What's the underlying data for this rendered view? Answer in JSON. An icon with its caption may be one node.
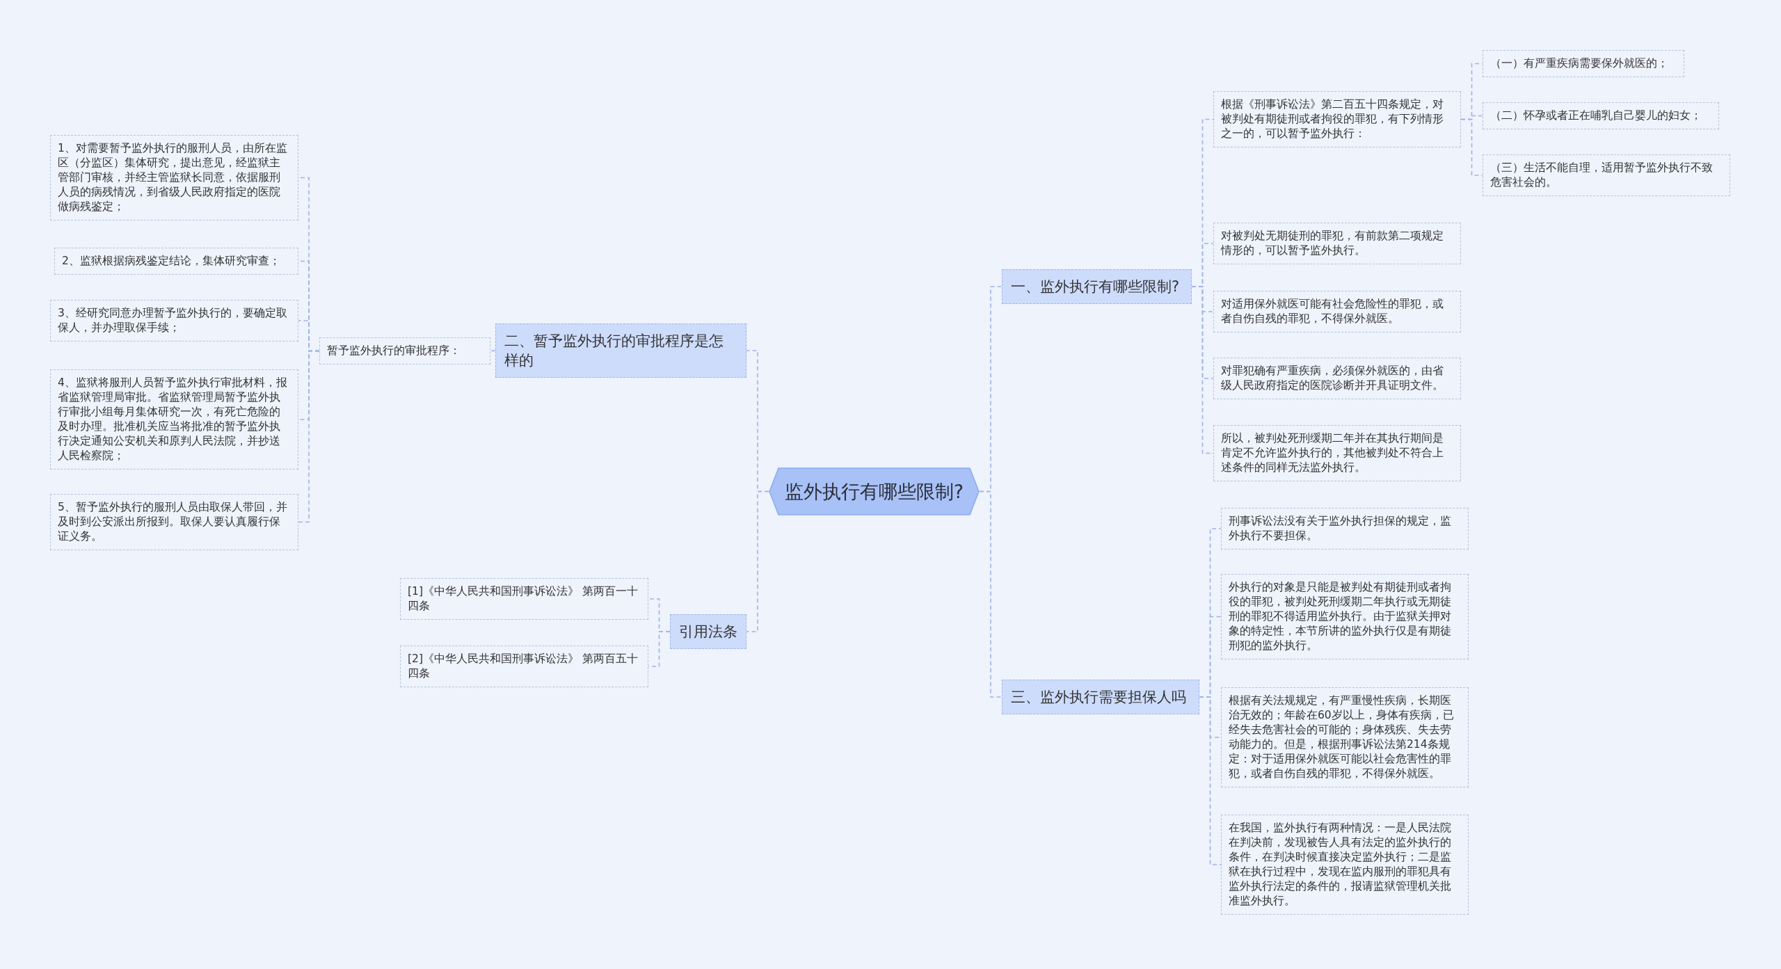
{
  "diagram": {
    "nodes": [
      {
        "text": [
          "监外执行有哪些限制?"
        ]
      },
      {
        "text": [
          "一、监外执行有哪些限制?"
        ]
      },
      {
        "text": [
          "根据《刑事诉讼法》第二百五十四条规定，对被判处有期徒刑或者拘役的罪犯，有下列情形之一的，可以暂予监外执行："
        ]
      },
      {
        "text": [
          "（一）有严重疾病需要保外就医的；"
        ]
      },
      {
        "text": [
          "（二）怀孕或者正在哺乳自己婴儿的妇女；"
        ]
      },
      {
        "text": [
          "（三）生活不能自理，适用暂予监外执行不致危害社会的。"
        ]
      },
      {
        "text": [
          "对被判处无期徒刑的罪犯，有前款第二项规定情形的，可以暂予监外执行。"
        ]
      },
      {
        "text": [
          "对适用保外就医可能有社会危险性的罪犯，或者自伤自残的罪犯，不得保外就医。"
        ]
      },
      {
        "text": [
          "对罪犯确有严重疾病，必须保外就医的，由省级人民政府指定的医院诊断并开具证明文件。"
        ]
      },
      {
        "text": [
          "所以，被判处死刑缓期二年并在其执行期间是肯定不允许监外执行的，其他被判处不符合上述条件的同样无法监外执行。"
        ]
      },
      {
        "text": [
          "三、监外执行需要担保人吗"
        ]
      },
      {
        "text": [
          "刑事诉讼法没有关于监外执行担保的规定，监外执行不要担保。"
        ]
      },
      {
        "text": [
          "外执行的对象是只能是被判处有期徒刑或者拘役的罪犯，被判处死刑缓期二年执行或无期徒刑的罪犯不得适用监外执行。由于监狱关押对象的特定性，本节所讲的监外执行仅是有期徒刑犯的监外执行。"
        ]
      },
      {
        "text": [
          "根据有关法规规定，有严重慢性疾病，长期医治无效的；年龄在60岁以上，身体有疾病，已经失去危害社会的可能的；身体残疾、失去劳动能力的。但是，根据刑事诉讼法第214条规定：对于适用保外就医可能以社会危害性的罪犯，或者自伤自残的罪犯，不得保外就医。"
        ]
      },
      {
        "text": [
          "在我国，监外执行有两种情况：一是人民法院在判决前，发现被告人具有法定的监外执行的条件，在判决时候直接决定监外执行；二是监狱在执行过程中，发现在监内服刑的罪犯具有监外执行法定的条件的，报请监狱管理机关批准监外执行。"
        ]
      },
      {
        "text": [
          "二、暂予监外执行的审批程序是怎样的"
        ]
      },
      {
        "text": [
          "暂予监外执行的审批程序："
        ]
      },
      {
        "text": [
          "1、对需要暂予监外执行的服刑人员，由所在监区（分监区）集体研究，提出意见，经监狱主管部门审核，并经主管监狱长同意，依据服刑人员的病残情况，到省级人民政府指定的医院做病残鉴定；"
        ]
      },
      {
        "text": [
          "2、监狱根据病残鉴定结论，集体研究审查；"
        ]
      },
      {
        "text": [
          "3、经研究同意办理暂予监外执行的，要确定取保人，并办理取保手续；"
        ]
      },
      {
        "text": [
          "4、监狱将服刑人员暂予监外执行审批材料，报省监狱管理局审批。省监狱管理局暂予监外执行审批小组每月集体研究一次，有死亡危险的及时办理。批准机关应当将批准的暂予监外执行决定通知公安机关和原判人民法院，并抄送人民检察院；"
        ]
      },
      {
        "text": [
          "5、暂予监外执行的服刑人员由取保人带回，并及时到公安派出所报到。取保人要认真履行保证义务。"
        ]
      },
      {
        "text": [
          "引用法条"
        ]
      },
      {
        "text": [
          "[1]《中华人民共和国刑事诉讼法》 第两百一十四条"
        ]
      },
      {
        "text": [
          "[2]《中华人民共和国刑事诉讼法》 第两百五十四条"
        ]
      }
    ],
    "edges": [
      {
        "from": 0,
        "to": 1,
        "arrow": "none"
      },
      {
        "from": 1,
        "to": 2,
        "arrow": "none"
      },
      {
        "from": 2,
        "to": 3,
        "arrow": "none"
      },
      {
        "from": 2,
        "to": 4,
        "arrow": "none"
      },
      {
        "from": 2,
        "to": 5,
        "arrow": "none"
      },
      {
        "from": 1,
        "to": 6,
        "arrow": "none"
      },
      {
        "from": 1,
        "to": 7,
        "arrow": "none"
      },
      {
        "from": 1,
        "to": 8,
        "arrow": "none"
      },
      {
        "from": 1,
        "to": 9,
        "arrow": "none"
      },
      {
        "from": 0,
        "to": 10,
        "arrow": "none"
      },
      {
        "from": 10,
        "to": 11,
        "arrow": "none"
      },
      {
        "from": 10,
        "to": 12,
        "arrow": "none"
      },
      {
        "from": 10,
        "to": 13,
        "arrow": "none"
      },
      {
        "from": 10,
        "to": 14,
        "arrow": "none"
      },
      {
        "from": 0,
        "to": 15,
        "arrow": "none"
      },
      {
        "from": 15,
        "to": 16,
        "arrow": "none"
      },
      {
        "from": 16,
        "to": 17,
        "arrow": "none"
      },
      {
        "from": 16,
        "to": 18,
        "arrow": "none"
      },
      {
        "from": 16,
        "to": 19,
        "arrow": "none"
      },
      {
        "from": 16,
        "to": 20,
        "arrow": "none"
      },
      {
        "from": 16,
        "to": 21,
        "arrow": "none"
      },
      {
        "from": 0,
        "to": 22,
        "arrow": "none"
      },
      {
        "from": 22,
        "to": 23,
        "arrow": "none"
      },
      {
        "from": 22,
        "to": 24,
        "arrow": "none"
      }
    ]
  }
}
